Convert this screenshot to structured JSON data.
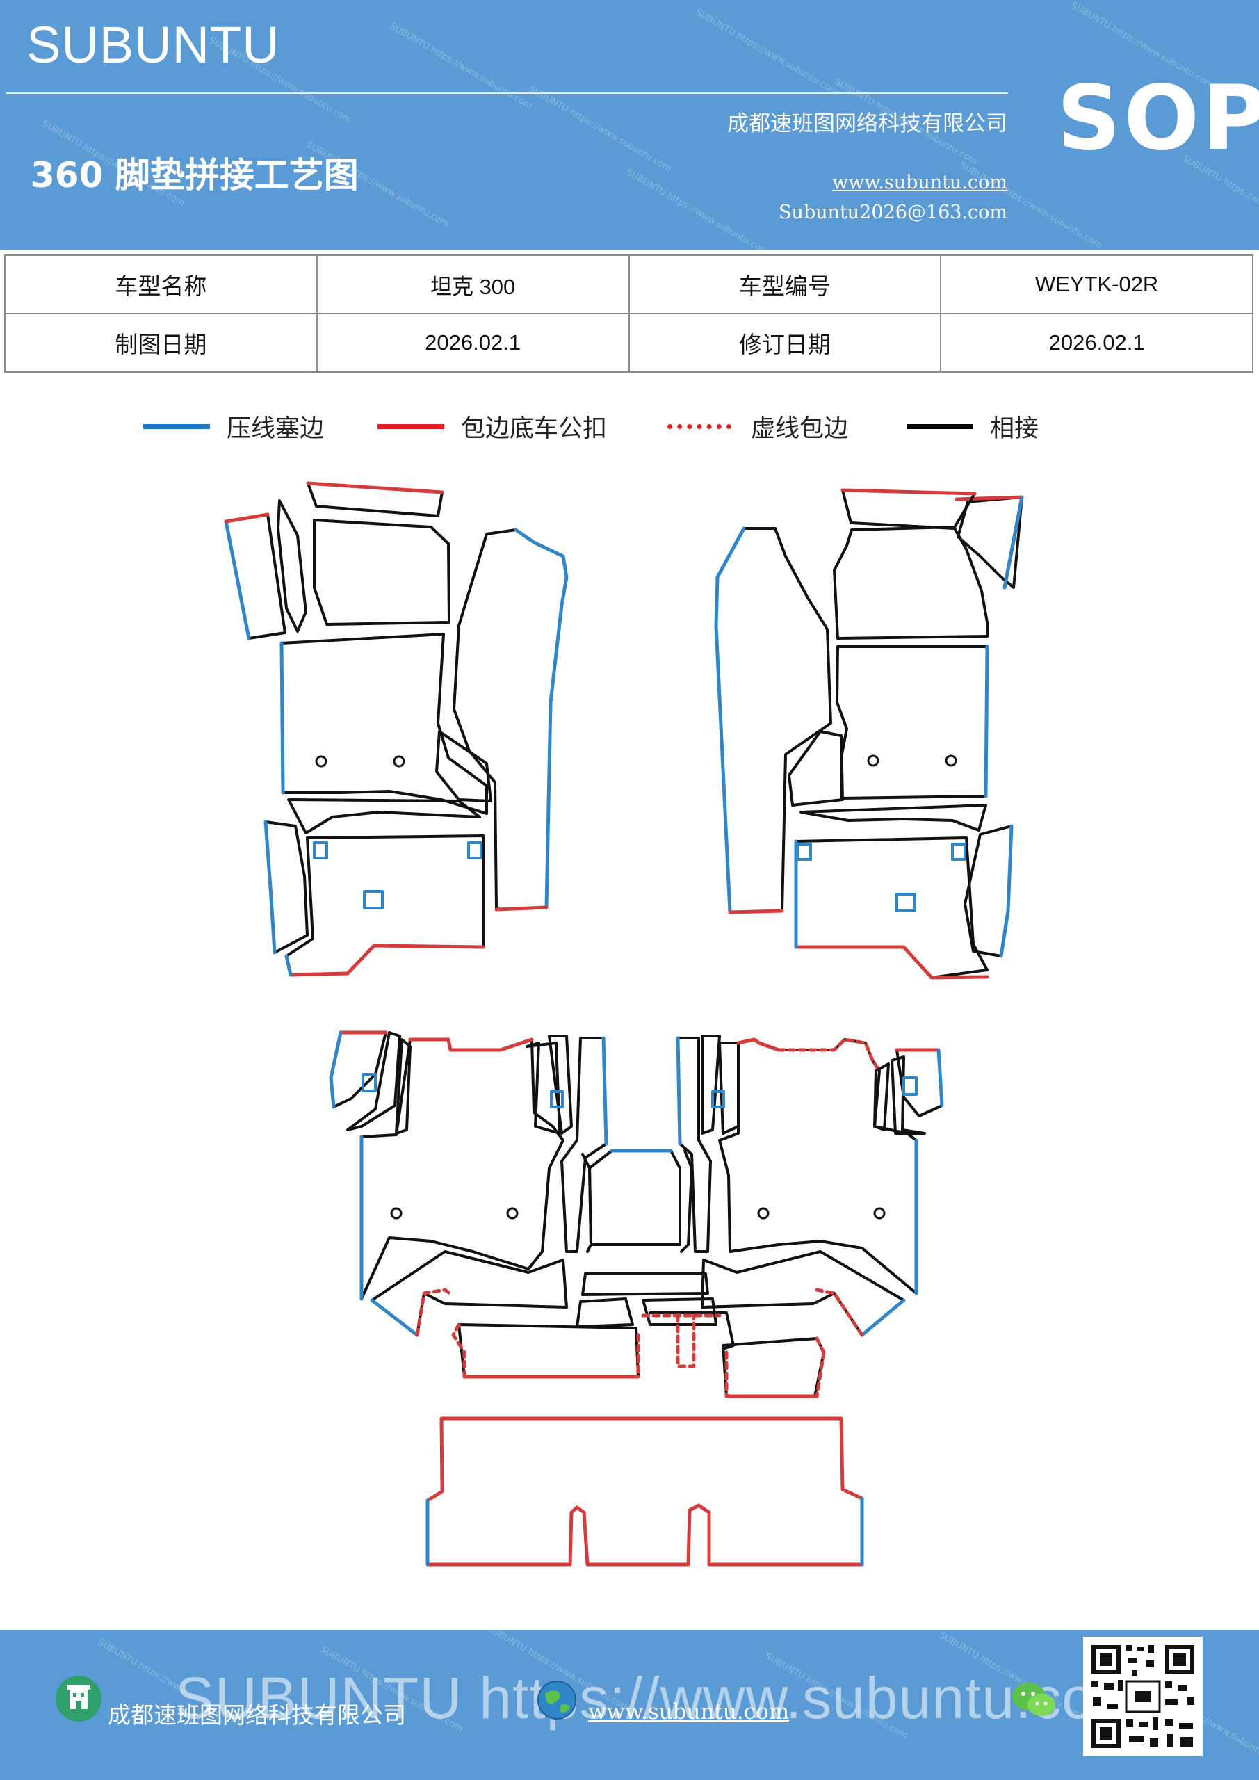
{
  "header": {
    "brand": "SUBUNTU",
    "sop": "SOP",
    "title": "360 脚垫拼接工艺图",
    "company": "成都速班图网络科技有限公司",
    "website": "www.subuntu.com",
    "email": "Subuntu2026@163.com",
    "watermark": "SUBUNTU https://www.subuntu.com"
  },
  "info": {
    "model_name_label": "车型名称",
    "model_name_value": "坦克 300",
    "model_code_label": "车型编号",
    "model_code_value": "WEYTK-02R",
    "draw_date_label": "制图日期",
    "draw_date_value": "2026.02.1",
    "revise_date_label": "修订日期",
    "revise_date_value": "2026.02.1"
  },
  "legend": {
    "items": [
      {
        "label": "压线塞边",
        "color": "#1f7ac4",
        "style": "solid"
      },
      {
        "label": "包边底车公扣",
        "color": "#e02020",
        "style": "solid"
      },
      {
        "label": "虚线包边",
        "color": "#e02020",
        "style": "dotted"
      },
      {
        "label": "相接",
        "color": "#000000",
        "style": "solid"
      }
    ]
  },
  "colors": {
    "header_bg": "#5b9bd5",
    "blue_edge": "#2f86c8",
    "red_edge": "#d63b3b",
    "join_line": "#111111"
  },
  "footer": {
    "watermark": "SUBUNTU https://www.subuntu.com",
    "company": "成都速班图网络科技有限公司",
    "website": "www.subuntu.com"
  }
}
